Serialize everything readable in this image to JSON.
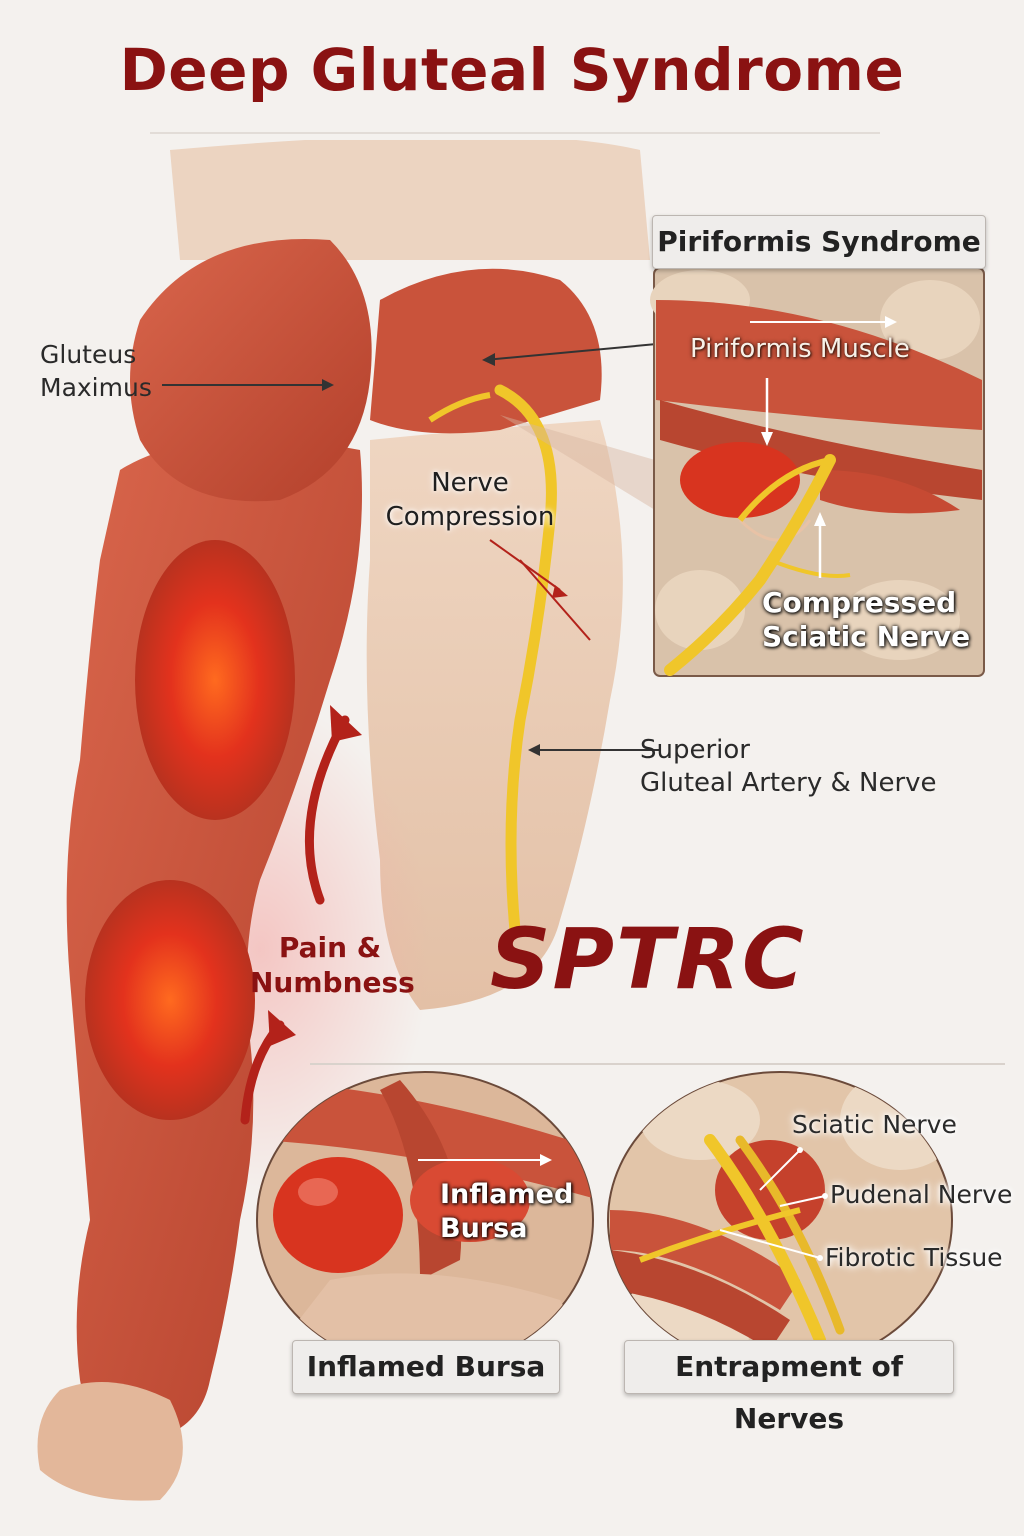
{
  "title": "Deep Gluteal Syndrome",
  "labels": {
    "gluteus_maximus": [
      "Gluteus",
      "Maximus"
    ],
    "nerve_compression": [
      "Nerve",
      "Compression"
    ],
    "superior_gluteal": [
      "Superior",
      "Gluteal Artery & Nerve"
    ],
    "pain_numbness": [
      "Pain &",
      "Numbness"
    ]
  },
  "watermark": "SPTRC",
  "piriformis_panel": {
    "title": "Piriformis Syndrome",
    "muscle_label": "Piriformis Muscle",
    "nerve_label": [
      "Compressed",
      "Sciatic Nerve"
    ]
  },
  "bursa_panel": {
    "title": "Inflamed Bursa",
    "label": [
      "Inflamed",
      "Bursa"
    ]
  },
  "entrapment_panel": {
    "title": "Entrapment of Nerves",
    "labels": [
      "Sciatic Nerve",
      "Pudenal Nerve",
      "Fibrotic Tissue"
    ]
  },
  "colors": {
    "title": "#8a1212",
    "muscle": "#c9452f",
    "inflamed": "#e8331c",
    "nerve": "#f0c62a",
    "skin": "#e9c7ad",
    "pain_arrow": "#b3221a"
  }
}
